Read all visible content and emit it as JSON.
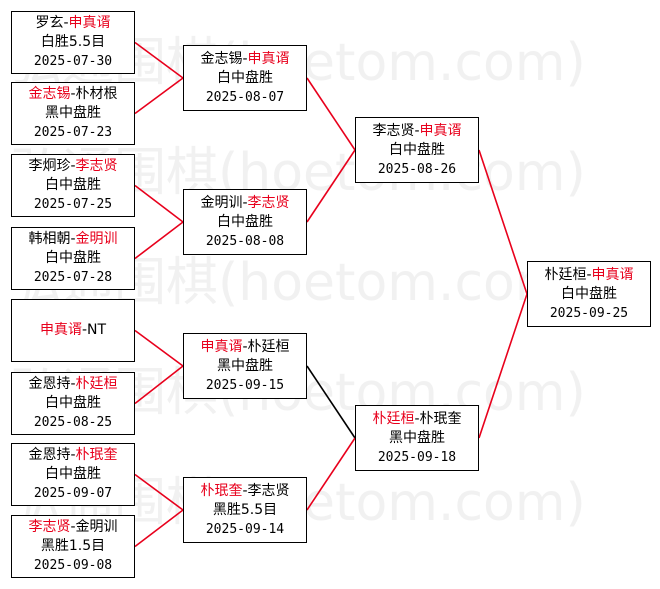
{
  "watermark": "弘通围棋(hoetom.com)",
  "colors": {
    "winner": "#e8001c",
    "line_winner": "#e8001c",
    "line_other": "#000000"
  },
  "matches": [
    {
      "id": "r1m1",
      "p1": "罗玄",
      "p2": "申真谞",
      "winner": 2,
      "result": "白胜5.5目",
      "date": "2025-07-30"
    },
    {
      "id": "r1m2",
      "p1": "金志锡",
      "p2": "朴材根",
      "winner": 1,
      "result": "黑中盘胜",
      "date": "2025-07-23"
    },
    {
      "id": "r1m3",
      "p1": "李炯珍",
      "p2": "李志贤",
      "winner": 2,
      "result": "白中盘胜",
      "date": "2025-07-25"
    },
    {
      "id": "r1m4",
      "p1": "韩相朝",
      "p2": "金明训",
      "winner": 2,
      "result": "白中盘胜",
      "date": "2025-07-28"
    },
    {
      "id": "r1m5",
      "p1": "申真谞",
      "p2": "NT",
      "winner": 1,
      "result": "",
      "date": ""
    },
    {
      "id": "r1m6",
      "p1": "金恩持",
      "p2": "朴廷桓",
      "winner": 2,
      "result": "白中盘胜",
      "date": "2025-08-25"
    },
    {
      "id": "r1m7",
      "p1": "金恩持",
      "p2": "朴珉奎",
      "winner": 2,
      "result": "白中盘胜",
      "date": "2025-09-07"
    },
    {
      "id": "r1m8",
      "p1": "李志贤",
      "p2": "金明训",
      "winner": 1,
      "result": "黑胜1.5目",
      "date": "2025-09-08"
    },
    {
      "id": "r2m1",
      "p1": "金志锡",
      "p2": "申真谞",
      "winner": 2,
      "result": "白中盘胜",
      "date": "2025-08-07"
    },
    {
      "id": "r2m2",
      "p1": "金明训",
      "p2": "李志贤",
      "winner": 2,
      "result": "白中盘胜",
      "date": "2025-08-08"
    },
    {
      "id": "r2m3",
      "p1": "申真谞",
      "p2": "朴廷桓",
      "winner": 1,
      "result": "黑中盘胜",
      "date": "2025-09-15"
    },
    {
      "id": "r2m4",
      "p1": "朴珉奎",
      "p2": "李志贤",
      "winner": 1,
      "result": "黑胜5.5目",
      "date": "2025-09-14"
    },
    {
      "id": "r3m1",
      "p1": "李志贤",
      "p2": "申真谞",
      "winner": 2,
      "result": "白中盘胜",
      "date": "2025-08-26"
    },
    {
      "id": "r3m2",
      "p1": "朴廷桓",
      "p2": "朴珉奎",
      "winner": 1,
      "result": "黑中盘胜",
      "date": "2025-09-18"
    },
    {
      "id": "final",
      "p1": "朴廷桓",
      "p2": "申真谞",
      "winner": 2,
      "result": "白中盘胜",
      "date": "2025-09-25"
    }
  ],
  "links": [
    {
      "from": "r1m1",
      "to": "r2m1",
      "winner_path": true
    },
    {
      "from": "r1m2",
      "to": "r2m1",
      "winner_path": true
    },
    {
      "from": "r1m3",
      "to": "r2m2",
      "winner_path": true
    },
    {
      "from": "r1m4",
      "to": "r2m2",
      "winner_path": true
    },
    {
      "from": "r1m5",
      "to": "r2m3",
      "winner_path": true
    },
    {
      "from": "r1m6",
      "to": "r2m3",
      "winner_path": true
    },
    {
      "from": "r1m7",
      "to": "r2m4",
      "winner_path": true
    },
    {
      "from": "r1m8",
      "to": "r2m4",
      "winner_path": true
    },
    {
      "from": "r2m1",
      "to": "r3m1",
      "winner_path": true
    },
    {
      "from": "r2m2",
      "to": "r3m1",
      "winner_path": true
    },
    {
      "from": "r2m3",
      "to": "r3m2",
      "winner_path": false
    },
    {
      "from": "r2m4",
      "to": "r3m2",
      "winner_path": true
    },
    {
      "from": "r3m1",
      "to": "final",
      "winner_path": true
    },
    {
      "from": "r3m2",
      "to": "final",
      "winner_path": true
    }
  ]
}
